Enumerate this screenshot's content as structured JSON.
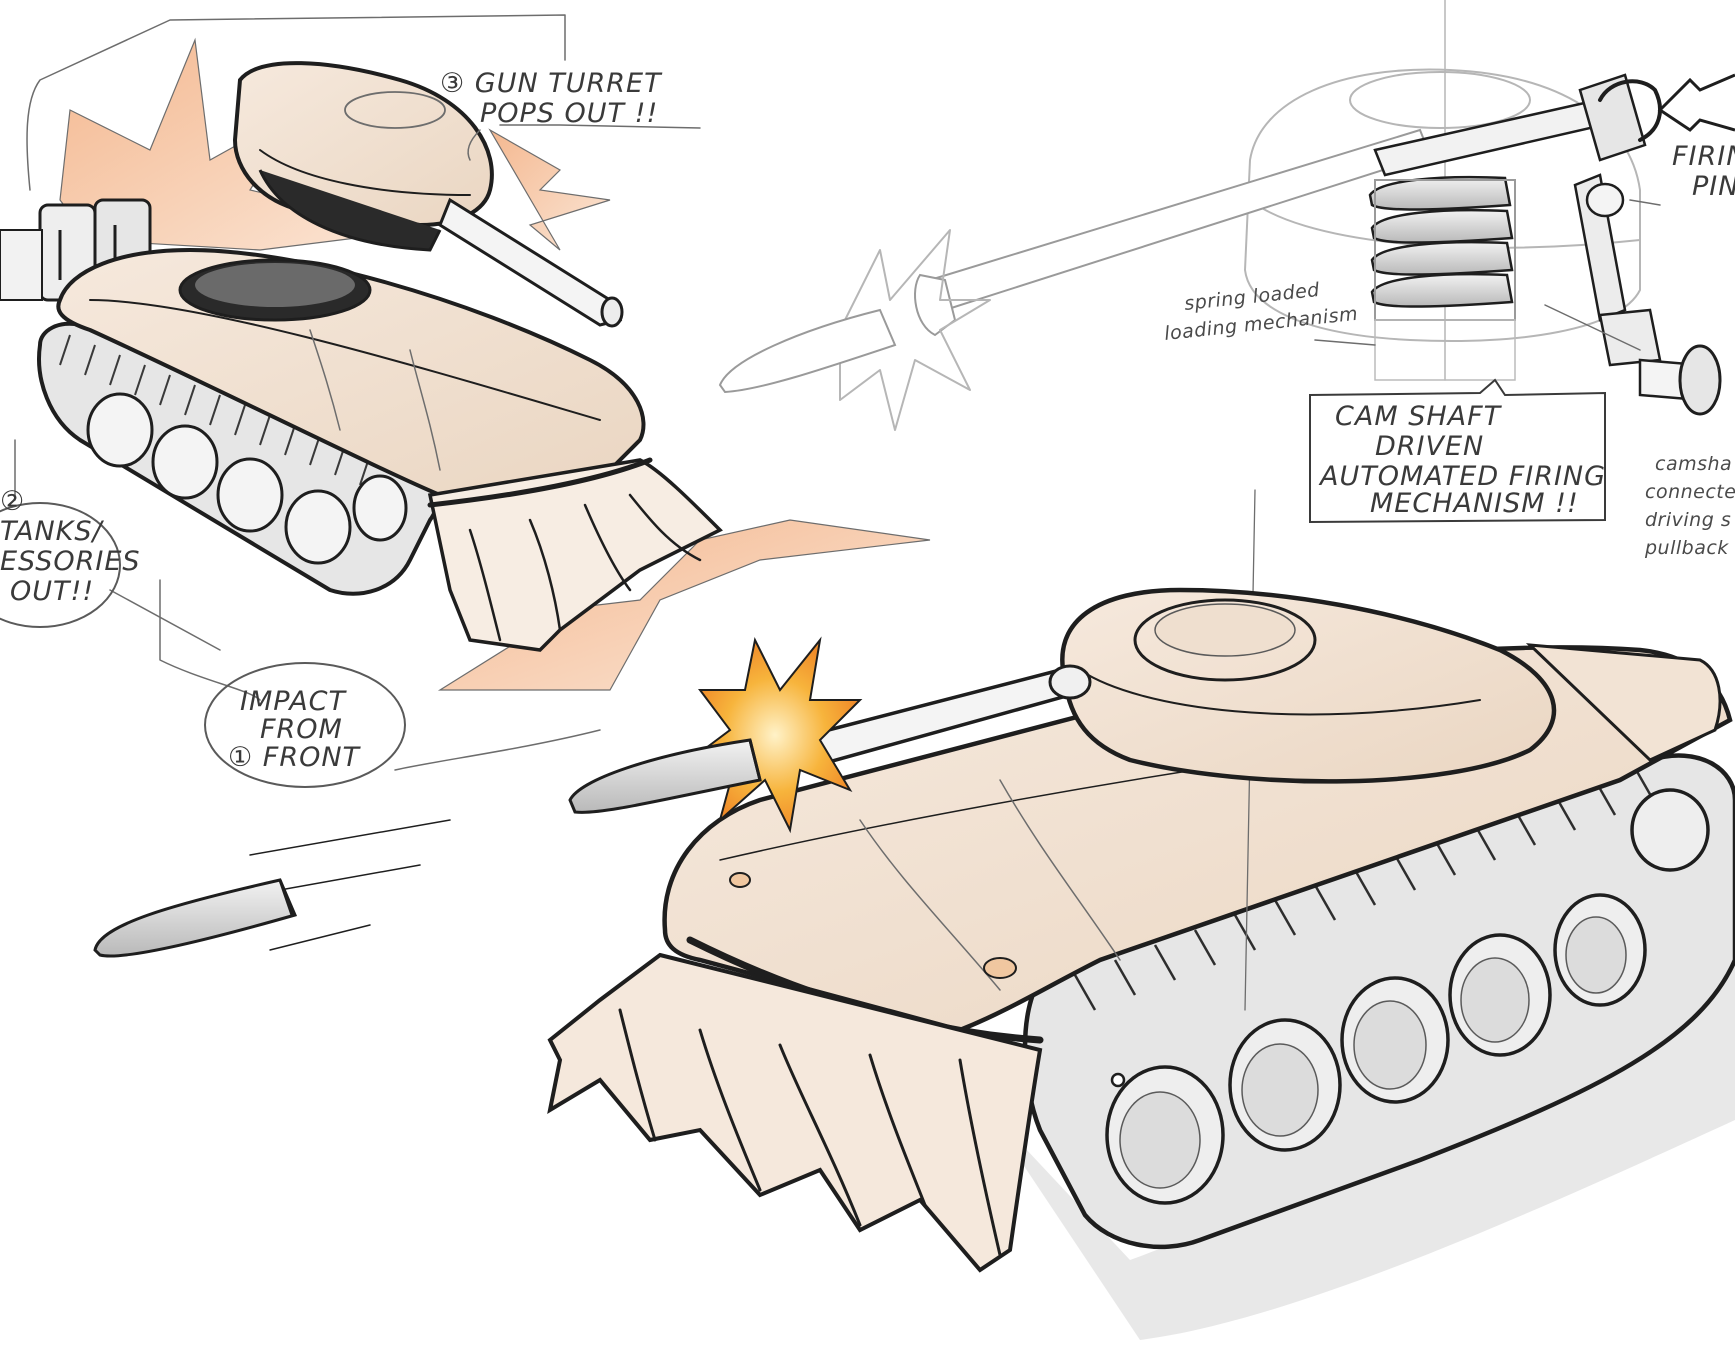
{
  "annotations": {
    "gun_turret": [
      "③ GUN TURRET",
      "POPS OUT !!"
    ],
    "impact": [
      "IMPACT",
      "FROM",
      "① FRONT"
    ],
    "tanks_accessories": [
      "TANKS/",
      "ESSORIES",
      "OUT!!"
    ],
    "tanks_number": "②",
    "spring_loaded": [
      "spring loaded",
      "loading mechanism"
    ],
    "camshaft_box": [
      "CAM SHAFT",
      "DRIVEN",
      "AUTOMATED FIRING",
      "MECHANISM !!"
    ],
    "firing_pin": [
      "FIRIN",
      "PIN"
    ],
    "camshaft_note": [
      "camsha",
      "connecte",
      "driving s",
      "pullback"
    ]
  },
  "colors": {
    "body_fill": "#f3e4d6",
    "track_fill": "#e6e6e6",
    "impact_fill": "#f6c9a6",
    "muzzle_flash": "#f7b43c",
    "ink": "#1e1e1e",
    "pencil": "#6d6d6d"
  }
}
